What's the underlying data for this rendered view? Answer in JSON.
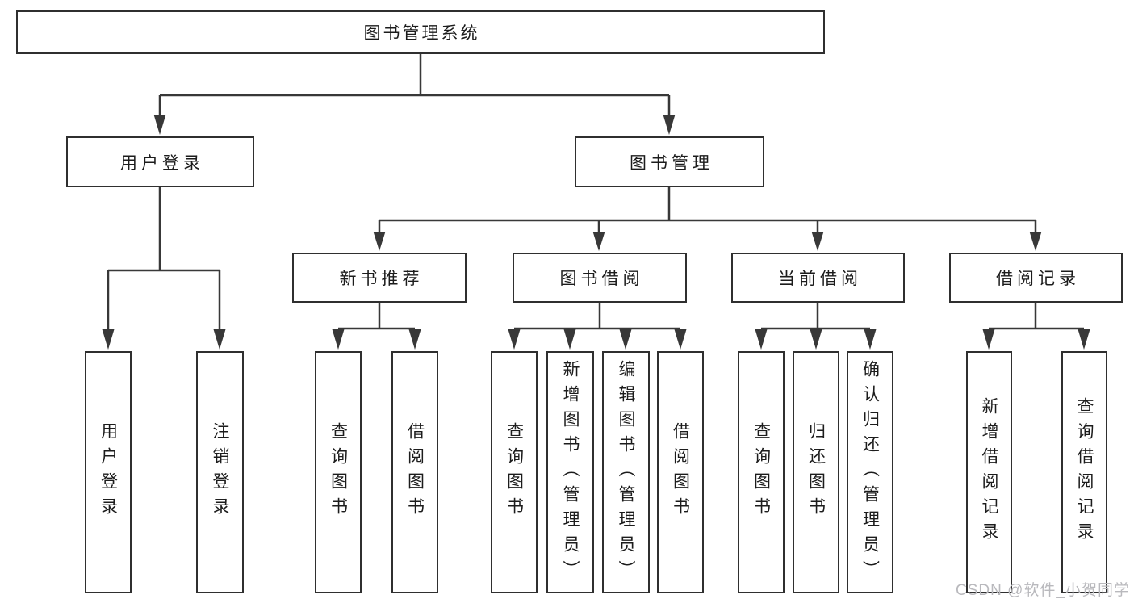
{
  "tree": {
    "label": "图书管理系统",
    "children": [
      {
        "label": "用户登录",
        "children": [
          {
            "label": "用户登录"
          },
          {
            "label": "注销登录"
          }
        ]
      },
      {
        "label": "图书管理",
        "children": [
          {
            "label": "新书推荐",
            "children": [
              {
                "label": "查询图书"
              },
              {
                "label": "借阅图书"
              }
            ]
          },
          {
            "label": "图书借阅",
            "children": [
              {
                "label": "查询图书"
              },
              {
                "label": "新增图书（管理员）"
              },
              {
                "label": "编辑图书（管理员）"
              },
              {
                "label": "借阅图书"
              }
            ]
          },
          {
            "label": "当前借阅",
            "children": [
              {
                "label": "查询图书"
              },
              {
                "label": "归还图书"
              },
              {
                "label": "确认归还（管理员）"
              }
            ]
          },
          {
            "label": "借阅记录",
            "children": [
              {
                "label": "新增借阅记录"
              },
              {
                "label": "查询借阅记录"
              }
            ]
          }
        ]
      }
    ]
  },
  "watermark": {
    "text": "CSDN @软件_小贺同学"
  },
  "colors": {
    "line": "#383838",
    "box_border": "#2f2f2f",
    "text": "#1c1c1c",
    "background": "#ffffff",
    "watermark": "#b9b9bd"
  }
}
